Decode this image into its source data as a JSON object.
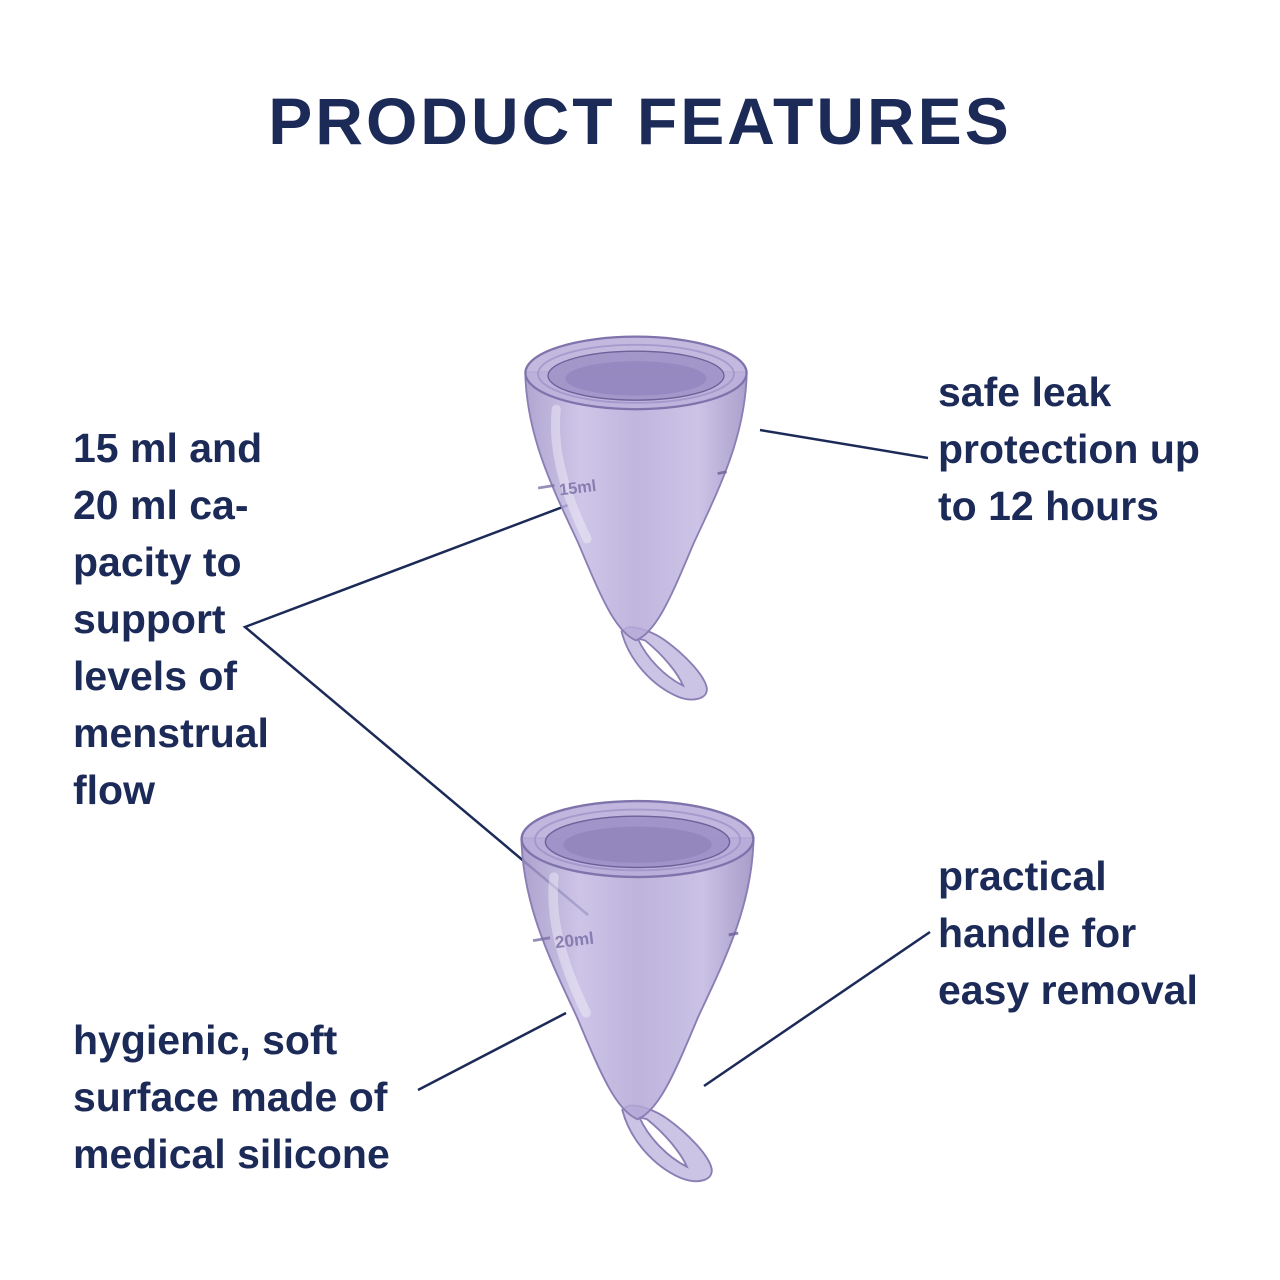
{
  "title": "PRODUCT FEATURES",
  "annotations": {
    "capacity": "15 ml and\n20 ml ca-\npacity to\nsupport\nlevels of\nmenstrual\nflow",
    "leak_protection": "safe leak\nprotection up\nto 12 hours",
    "handle": "practical\nhandle for\neasy removal",
    "surface": "hygienic, soft\nsurface made of\nmedical silicone"
  },
  "cups": {
    "top": {
      "capacity_marking": "15ml"
    },
    "bottom": {
      "capacity_marking": "20ml"
    }
  },
  "colors": {
    "text_navy": "#1c2a58",
    "cup_body": "#b3a8d6",
    "cup_rim_stroke": "#7f73ab",
    "background": "#ffffff"
  }
}
